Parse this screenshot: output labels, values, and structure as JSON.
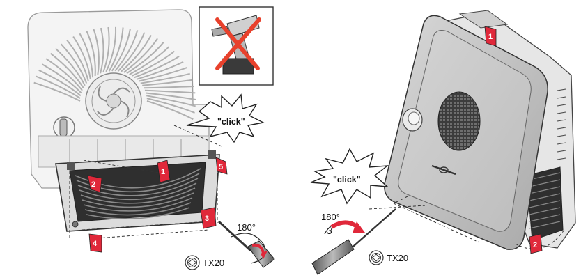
{
  "callouts": {
    "click_left": "\"click\"",
    "click_right": "\"click\""
  },
  "tools": {
    "left_angle": "180°",
    "left_driver": "TX20",
    "right_angle": "180°",
    "right_driver": "TX20",
    "right_turn_number": "3"
  },
  "step_badges": {
    "left": [
      "1",
      "2",
      "3",
      "4",
      "5"
    ],
    "right": [
      "1",
      "2"
    ]
  },
  "warning": {
    "icon": "no-power-drill-icon",
    "color": "#e8412c"
  },
  "colors": {
    "accent_red": "#e0283a",
    "line": "#2a2a2a",
    "cover_grey": "#c9c9c9"
  }
}
